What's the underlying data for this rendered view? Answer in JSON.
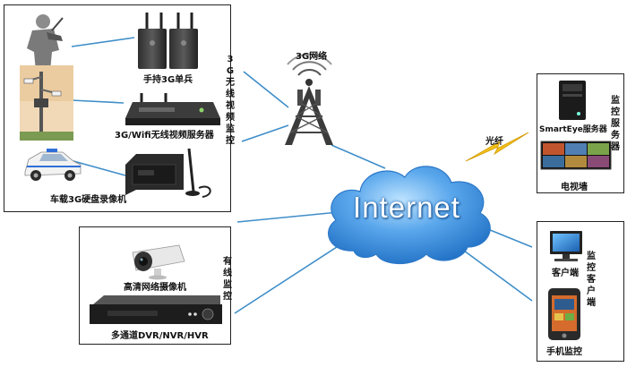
{
  "center": {
    "cloud_text": "Internet",
    "tower_label": "3G网络"
  },
  "wireless": {
    "section_label": "3G无线视频监控",
    "devices": {
      "handheld": "手持3G单兵",
      "server": "3G/Wifi无线视频服务器",
      "vehicle": "车载3G硬盘录像机"
    }
  },
  "wired": {
    "section_label": "有线监控",
    "devices": {
      "camera": "高清网络摄像机",
      "dvr": "多通道DVR/NVR/HVR"
    }
  },
  "monitor_server": {
    "section_label": "监控服务器",
    "link_label": "光纤",
    "devices": {
      "server": "SmartEye服务器",
      "tv_wall": "电视墙"
    }
  },
  "monitor_client": {
    "section_label": "监控客户端",
    "devices": {
      "pc": "客户端",
      "mobile": "手机监控"
    }
  },
  "colors": {
    "link": "#3f8ec9",
    "cloud": "#3a8ee0",
    "bolt": "#f3c21a",
    "box_border": "#222222"
  }
}
